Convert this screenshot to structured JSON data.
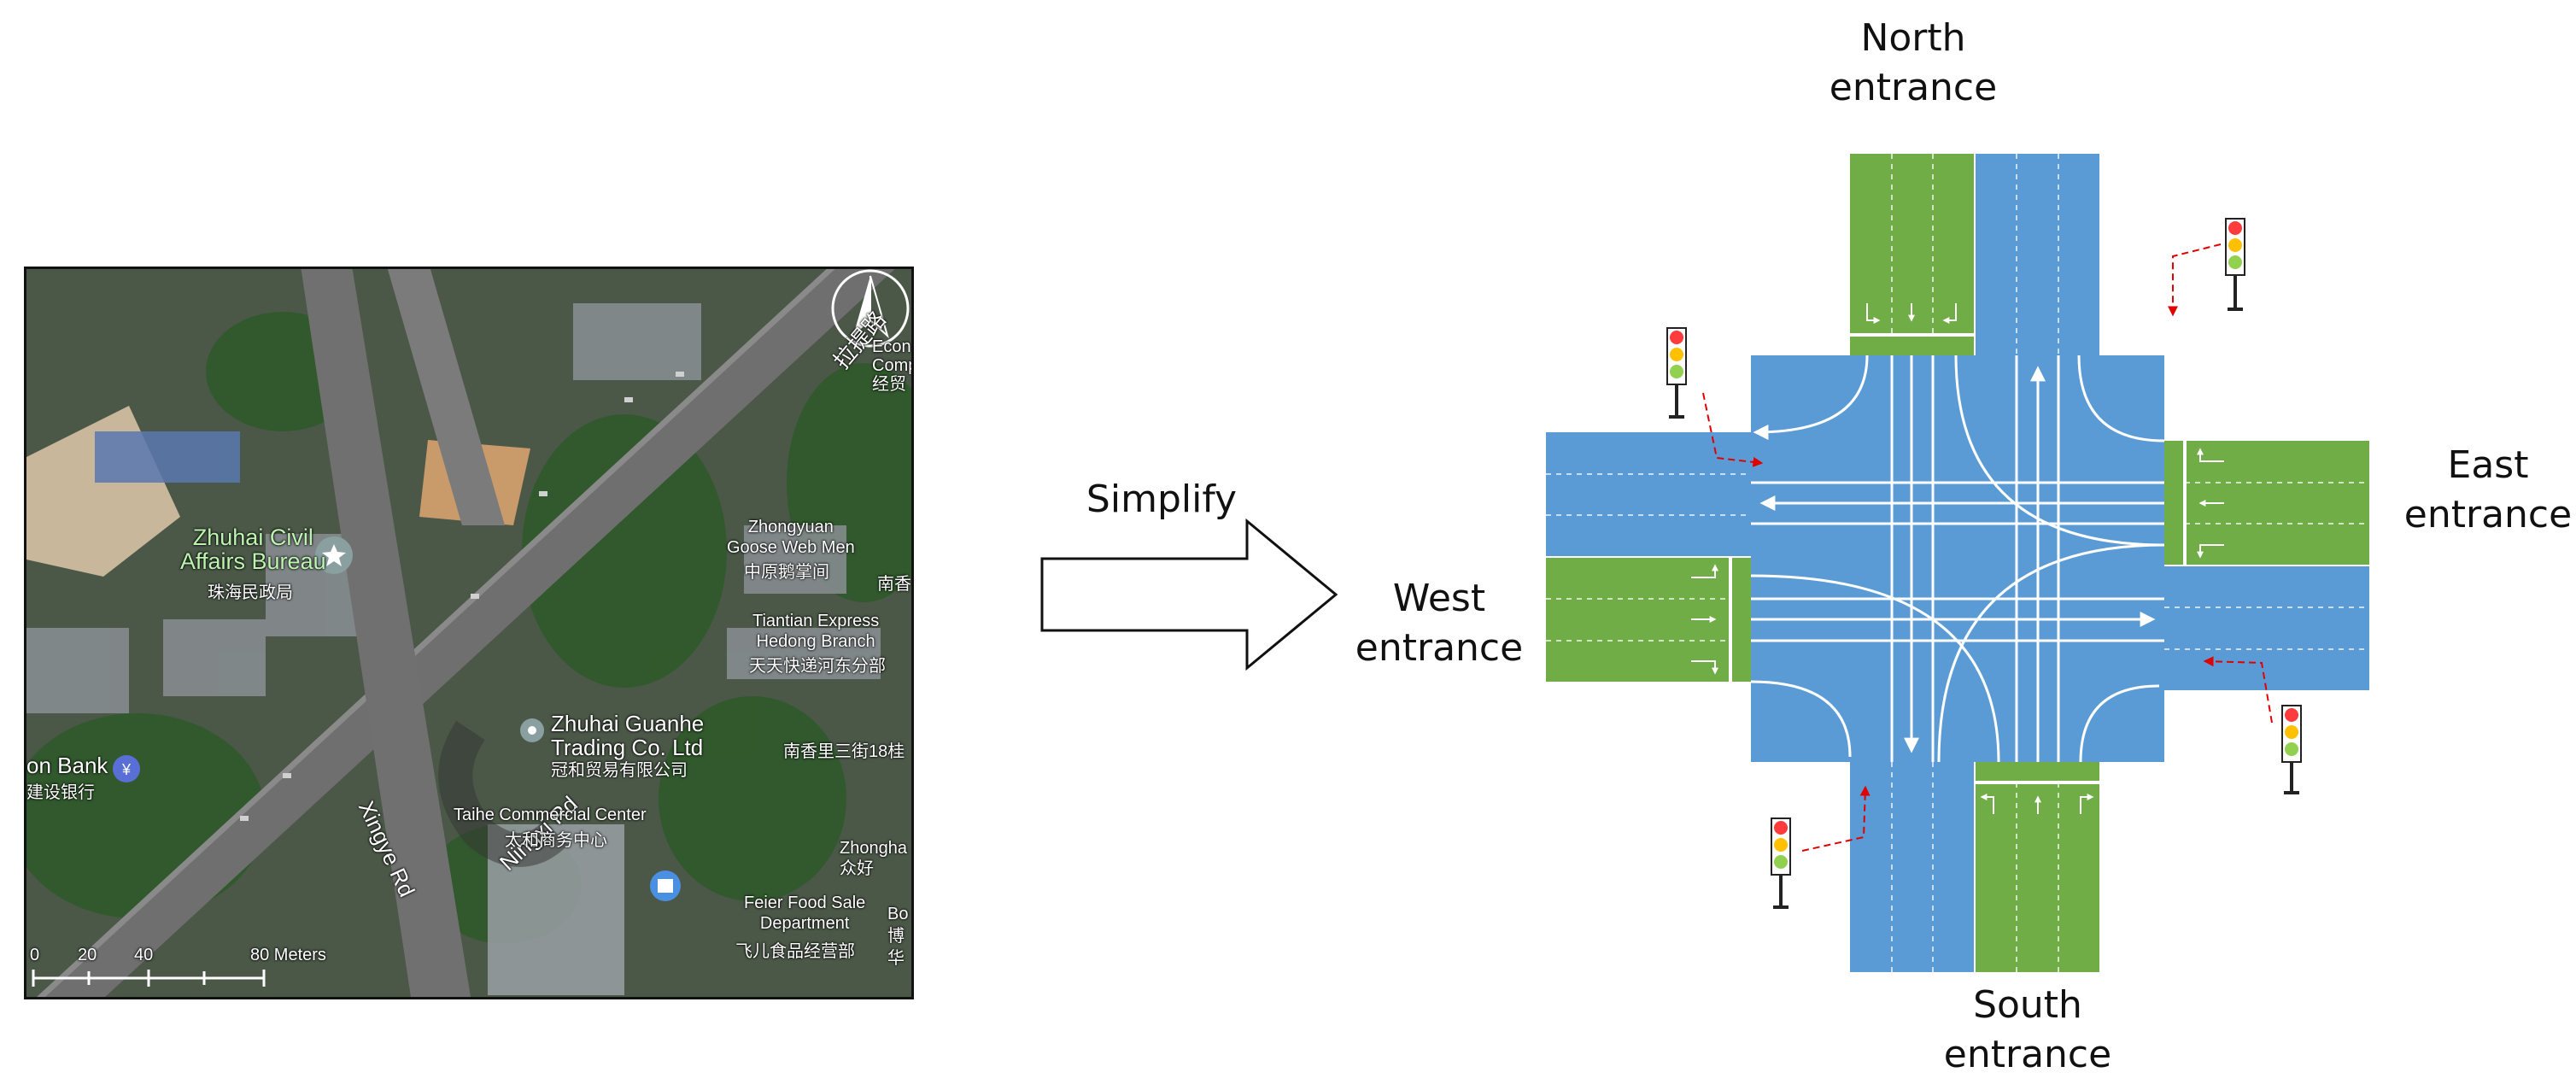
{
  "map": {
    "compass_label": "",
    "labels": {
      "civil_en": "Zhuhai Civil\nAffairs Bureau",
      "civil_cn": "珠海民政局",
      "xingye": "Xingye Rd",
      "ningxi": "Ningxi Rd",
      "zhongyuan_en": "Zhongyuan\nGoose Web Men",
      "zhongyuan_cn": "中原鹅掌间",
      "tiantian_en": "Tiantian Express\nHedong Branch",
      "tiantian_cn": "天天快递河东分部",
      "guanhe_en": "Zhuhai Guanhe\nTrading Co. Ltd",
      "guanhe_cn": "冠和贸易有限公司",
      "bank_en": "on Bank",
      "bank_cn": "建设银行",
      "taihe_en": "Taihe Commercial Center",
      "taihe_cn": "太和商务中心",
      "feier_en": "Feier Food Sale\nDepartment",
      "feier_cn": "飞儿食品经营部",
      "econ": "Econ\nCompr\n经贸",
      "nanxiang1": "南香",
      "nanxiang2": "南香里三街18桂",
      "zhongha": "Zhongha\n众好",
      "bo": "Bo\n博华",
      "top_road": "拉提路"
    },
    "scale": {
      "ticks": [
        "0",
        "20",
        "40",
        "80 Meters"
      ]
    }
  },
  "arrow_label": "Simplify",
  "entrances": {
    "north": "North\nentrance",
    "south": "South\nentrance",
    "east": "East\nentrance",
    "west": "West\nentrance"
  },
  "colors": {
    "road_blue": "#5b9bd5",
    "entry_green": "#70ad47",
    "light_red": "#ff3b3b",
    "light_yellow": "#ffc000",
    "light_green": "#92d050",
    "guide_red": "#e00000"
  }
}
